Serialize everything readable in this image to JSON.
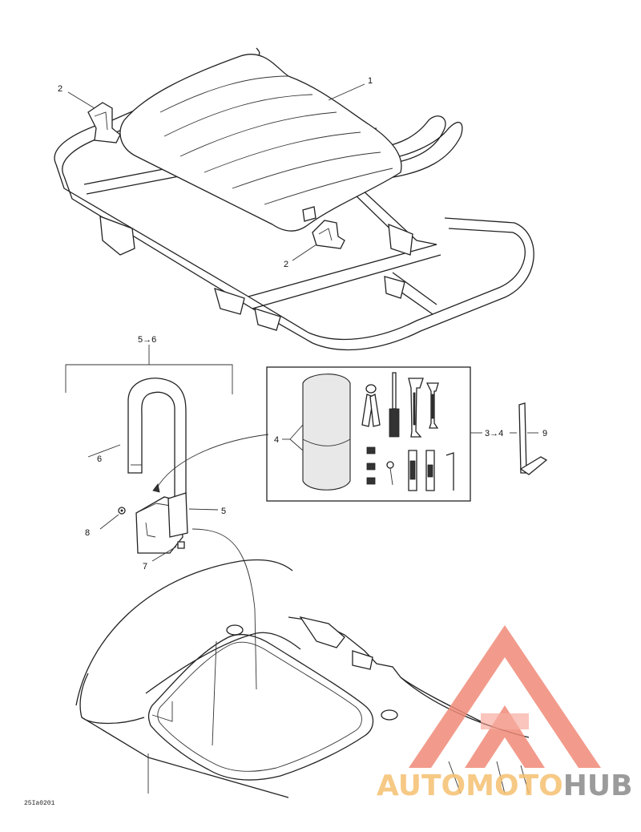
{
  "callouts": {
    "c1": "1",
    "c2a": "2",
    "c2b": "2",
    "c56": "5→6",
    "c4": "4",
    "c34": "3→4",
    "c9": "9",
    "c6": "6",
    "c5": "5",
    "c8": "8",
    "c7": "7"
  },
  "footer": {
    "code": "25Ia0201"
  },
  "watermark": {
    "part1": "AUTOMOTO",
    "part2": "HUB",
    "color_primary": "#f08a78",
    "color_secondary": "#f5c070",
    "color_tertiary": "#8a8a8a"
  }
}
